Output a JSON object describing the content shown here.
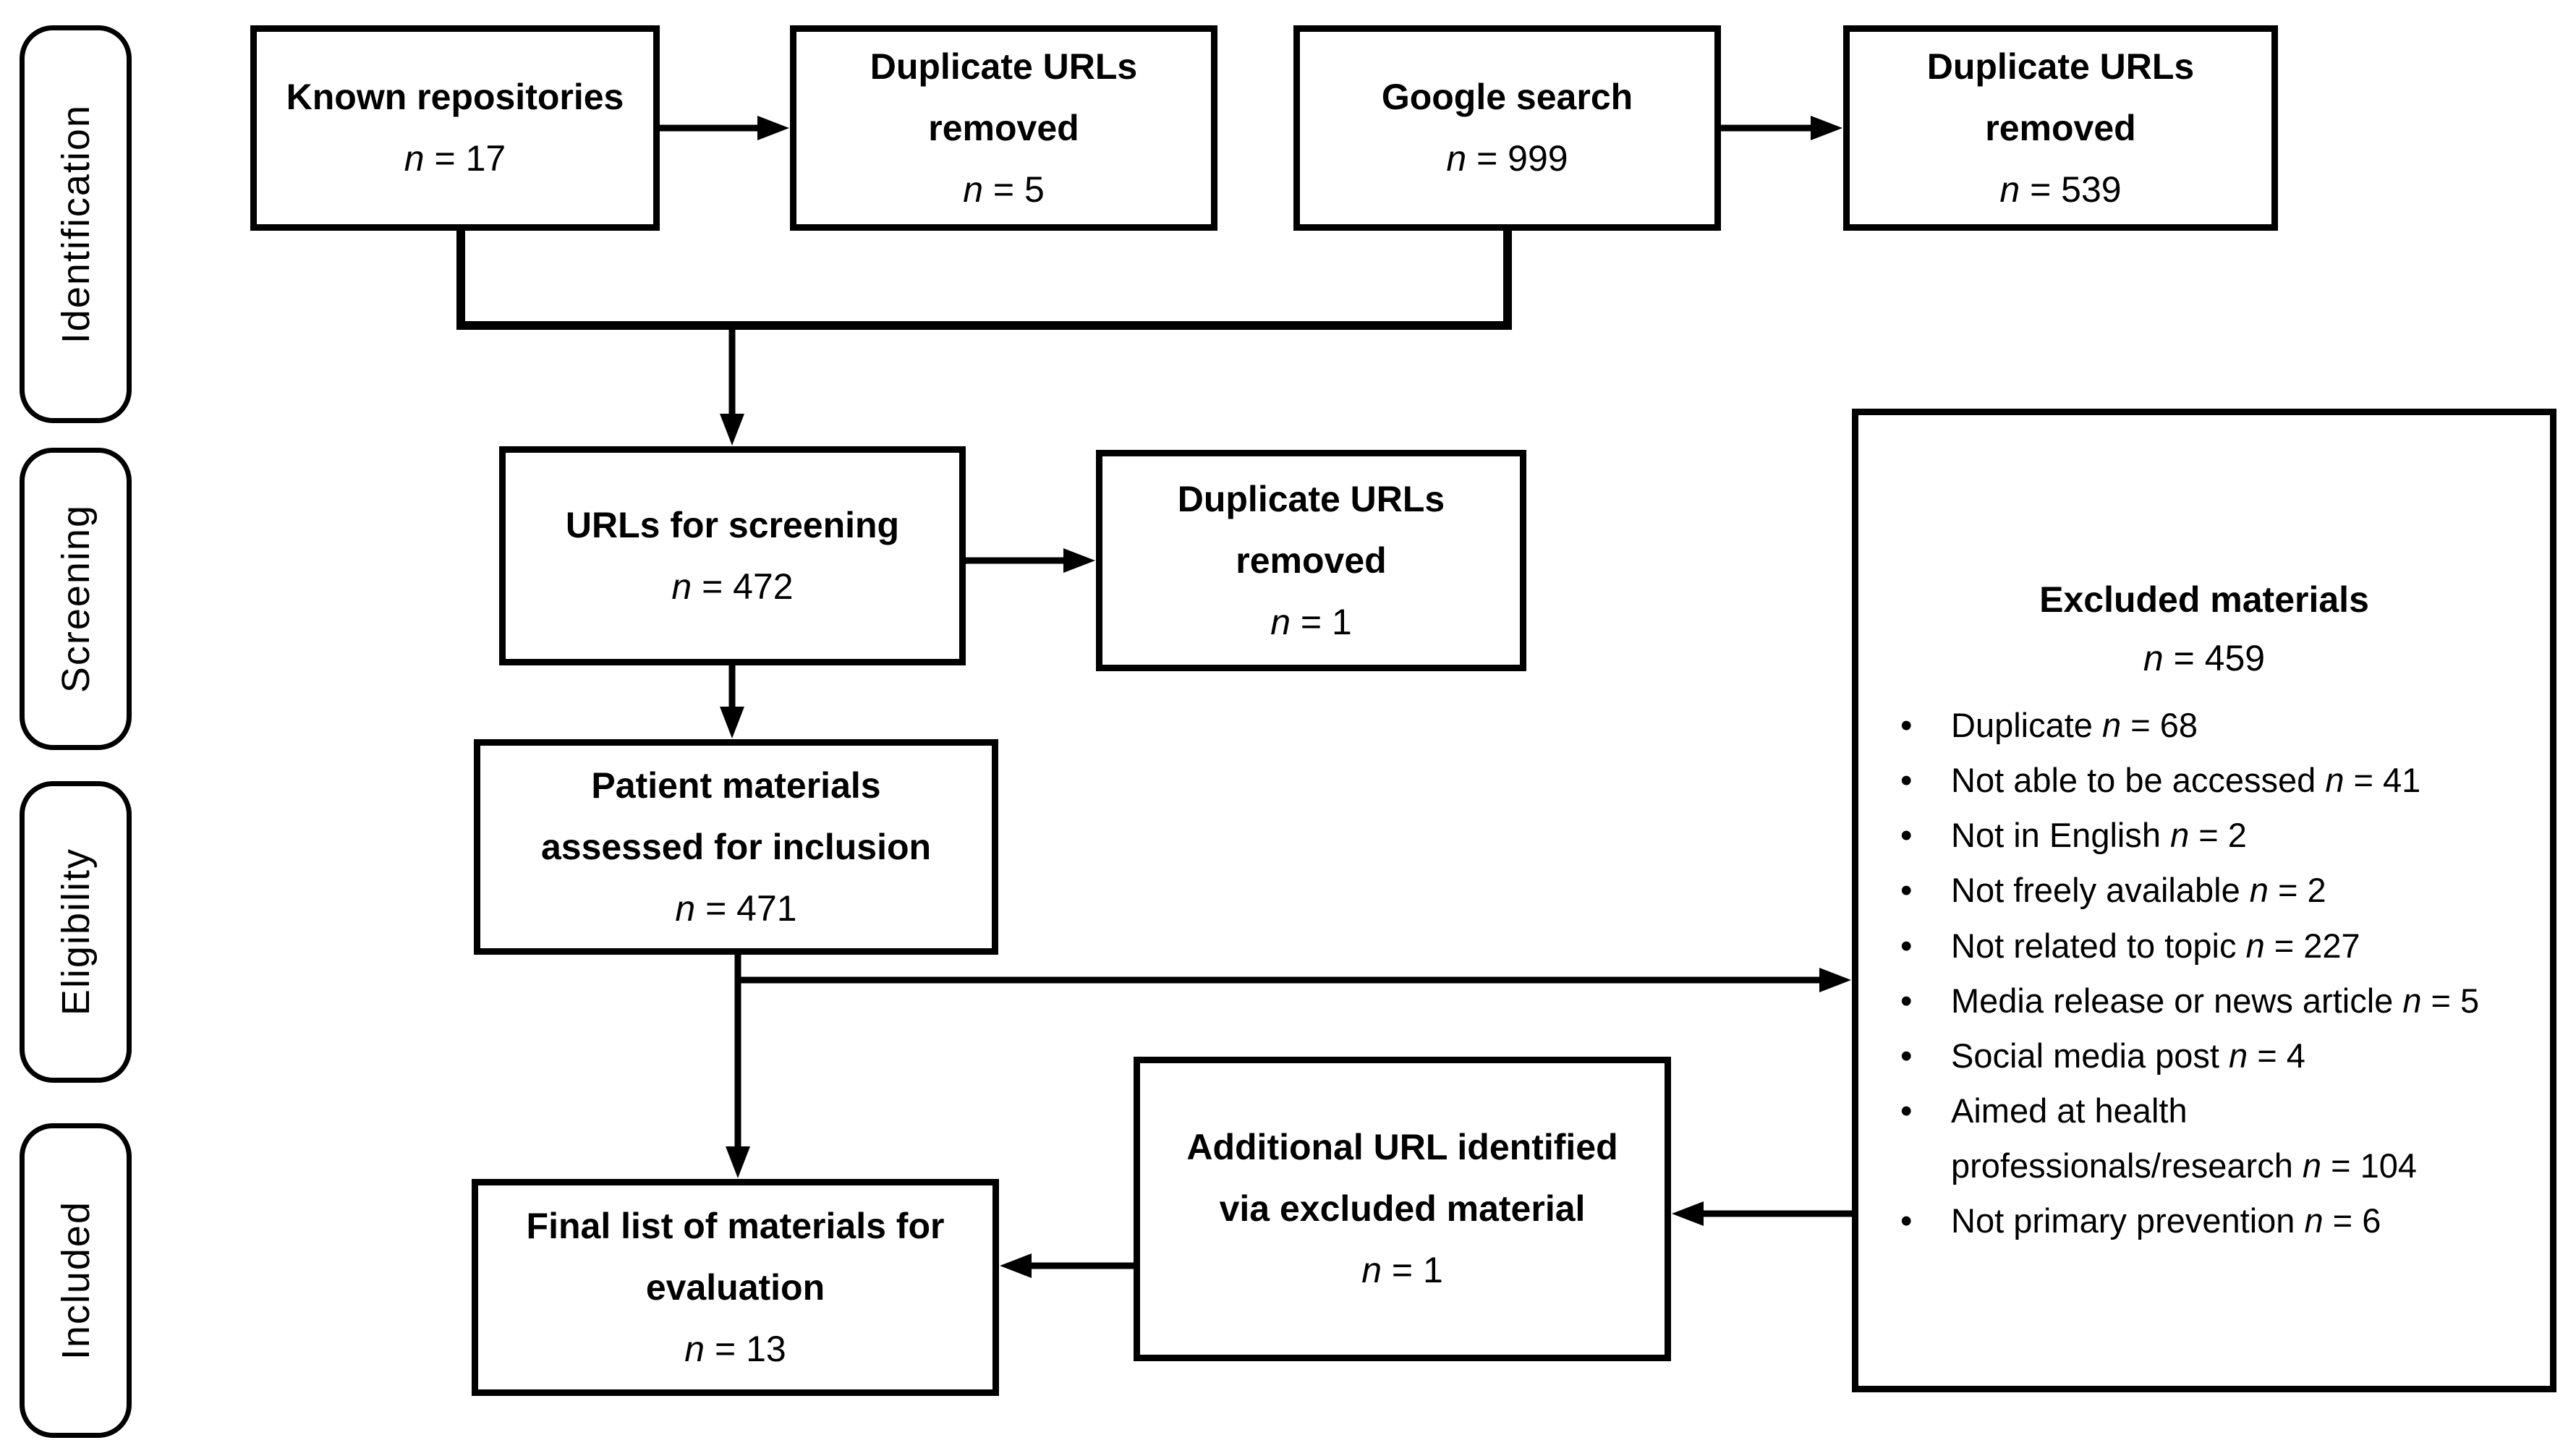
{
  "figure": {
    "n_symbol": "n",
    "bullet_char": "•",
    "colors": {
      "line": "#000000",
      "box_background": "#ffffff",
      "text": "#000000"
    },
    "stages": [
      {
        "label": "Identification"
      },
      {
        "label": "Screening"
      },
      {
        "label": "Eligibility"
      },
      {
        "label": "Included"
      }
    ],
    "boxes": {
      "known_repositories": {
        "title": "Known repositories",
        "eq": " = 17"
      },
      "duplicates_removed_repositories": {
        "title": "Duplicate URLs removed",
        "eq": " = 5"
      },
      "google_search": {
        "title": "Google search",
        "eq": " = 999"
      },
      "duplicates_removed_google": {
        "title": "Duplicate URLs removed",
        "eq": " = 539"
      },
      "urls_for_screening": {
        "title": "URLs for screening",
        "eq": " = 472"
      },
      "duplicates_removed_screening": {
        "title": "Duplicate URLs removed",
        "eq": " = 1"
      },
      "assessed_for_inclusion": {
        "title": "Patient materials assessed for inclusion",
        "eq": " = 471"
      },
      "final_list": {
        "title": "Final list of materials for evaluation",
        "eq": " = 13"
      },
      "additional_url": {
        "title": "Additional URL identified via excluded material",
        "eq": " = 1"
      },
      "excluded_materials": {
        "title": "Excluded materials",
        "eq": " = 459",
        "items": [
          {
            "label": "Duplicate",
            "eq": " = 68"
          },
          {
            "label": "Not able to be accessed",
            "eq": " = 41"
          },
          {
            "label": "Not in English",
            "eq": " = 2"
          },
          {
            "label": "Not freely available",
            "eq": " = 2"
          },
          {
            "label": "Not related to topic",
            "eq": " = 227"
          },
          {
            "label": "Media release or news article",
            "eq": " = 5"
          },
          {
            "label": "Social media post",
            "eq": " = 4"
          },
          {
            "label": "Aimed at health professionals/research",
            "eq": " = 104"
          },
          {
            "label": "Not primary prevention",
            "eq": " = 6"
          }
        ]
      }
    }
  }
}
